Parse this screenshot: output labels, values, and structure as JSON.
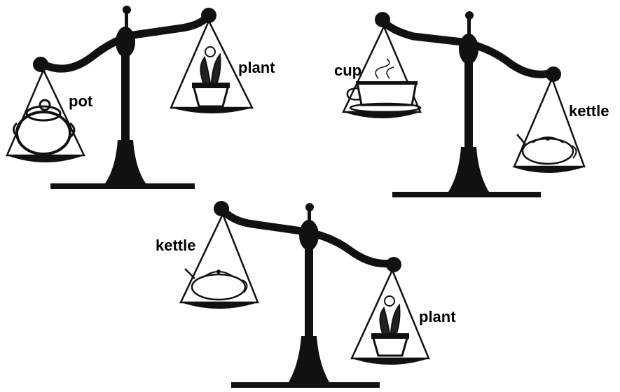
{
  "scales": [
    {
      "heavier_side": "left",
      "left_pan": {
        "label": "pot",
        "icon": "pot-icon"
      },
      "right_pan": {
        "label": "plant",
        "icon": "plant-icon"
      }
    },
    {
      "heavier_side": "right",
      "left_pan": {
        "label": "cup",
        "icon": "cup-icon"
      },
      "right_pan": {
        "label": "kettle",
        "icon": "kettle-icon"
      }
    },
    {
      "heavier_side": "right",
      "left_pan": {
        "label": "kettle",
        "icon": "kettle-icon"
      },
      "right_pan": {
        "label": "plant",
        "icon": "plant-icon"
      }
    }
  ]
}
